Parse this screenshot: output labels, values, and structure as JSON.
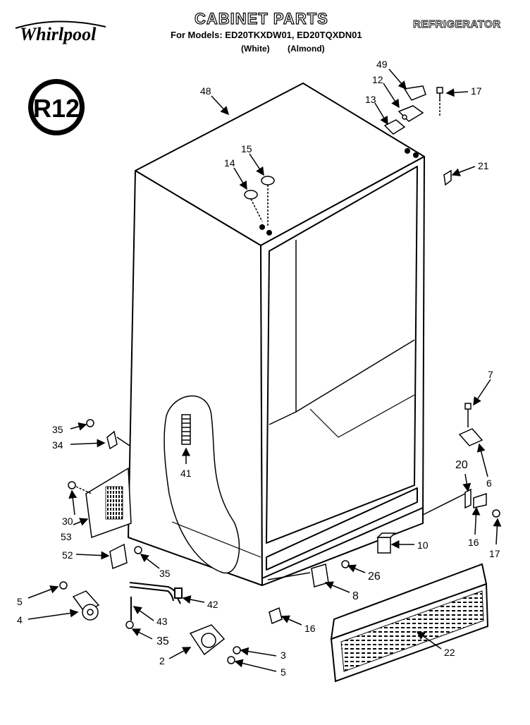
{
  "header": {
    "title": "CABINET PARTS",
    "models_line": "For Models: ED20TKXDW01, ED20TQXDN01",
    "color_white": "(White)",
    "color_almond": "(Almond)",
    "appliance": "REFRIGERATOR",
    "brand": "Whirlpool",
    "badge": "R12"
  },
  "colors": {
    "ink": "#000000",
    "paper": "#ffffff"
  },
  "callouts": [
    {
      "id": "c48",
      "label": "48"
    },
    {
      "id": "c49",
      "label": "49"
    },
    {
      "id": "c12",
      "label": "12"
    },
    {
      "id": "c13",
      "label": "13"
    },
    {
      "id": "c17a",
      "label": "17"
    },
    {
      "id": "c21",
      "label": "21"
    },
    {
      "id": "c15",
      "label": "15"
    },
    {
      "id": "c14",
      "label": "14"
    },
    {
      "id": "c7",
      "label": "7"
    },
    {
      "id": "c6",
      "label": "6"
    },
    {
      "id": "c20",
      "label": "20"
    },
    {
      "id": "c16a",
      "label": "16"
    },
    {
      "id": "c17b",
      "label": "17"
    },
    {
      "id": "c10",
      "label": "10"
    },
    {
      "id": "c26",
      "label": "26"
    },
    {
      "id": "c8",
      "label": "8"
    },
    {
      "id": "c16b",
      "label": "16"
    },
    {
      "id": "c22",
      "label": "22"
    },
    {
      "id": "c35a",
      "label": "35"
    },
    {
      "id": "c34",
      "label": "34"
    },
    {
      "id": "c41",
      "label": "41"
    },
    {
      "id": "c30",
      "label": "30"
    },
    {
      "id": "c53",
      "label": "53"
    },
    {
      "id": "c52",
      "label": "52"
    },
    {
      "id": "c35b",
      "label": "35"
    },
    {
      "id": "c5a",
      "label": "5"
    },
    {
      "id": "c4",
      "label": "4"
    },
    {
      "id": "c42",
      "label": "42"
    },
    {
      "id": "c43",
      "label": "43"
    },
    {
      "id": "c35c",
      "label": "35"
    },
    {
      "id": "c3",
      "label": "3"
    },
    {
      "id": "c2",
      "label": "2"
    },
    {
      "id": "c5b",
      "label": "5"
    }
  ]
}
